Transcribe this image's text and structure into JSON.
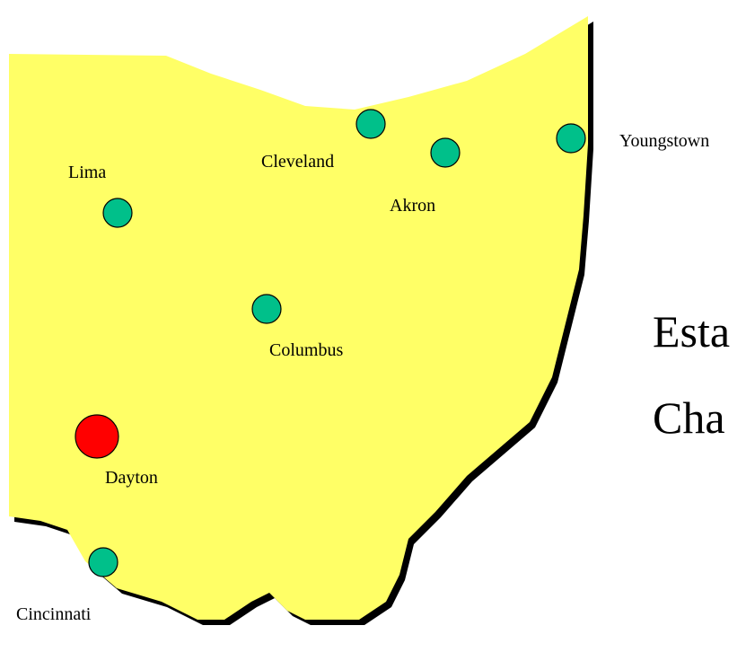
{
  "map": {
    "region_color": "#ffff66",
    "shadow_color": "#000000",
    "cities": [
      {
        "name": "Cleveland",
        "color": "#00c08a",
        "highlight": false
      },
      {
        "name": "Akron",
        "color": "#00c08a",
        "highlight": false
      },
      {
        "name": "Youngstown",
        "color": "#00c08a",
        "highlight": false
      },
      {
        "name": "Lima",
        "color": "#00c08a",
        "highlight": false
      },
      {
        "name": "Columbus",
        "color": "#00c08a",
        "highlight": false
      },
      {
        "name": "Dayton",
        "color": "#ff0000",
        "highlight": true
      },
      {
        "name": "Cincinnati",
        "color": "#00c08a",
        "highlight": false
      }
    ]
  },
  "text": {
    "line1": "Esta",
    "line2": "Cha"
  }
}
